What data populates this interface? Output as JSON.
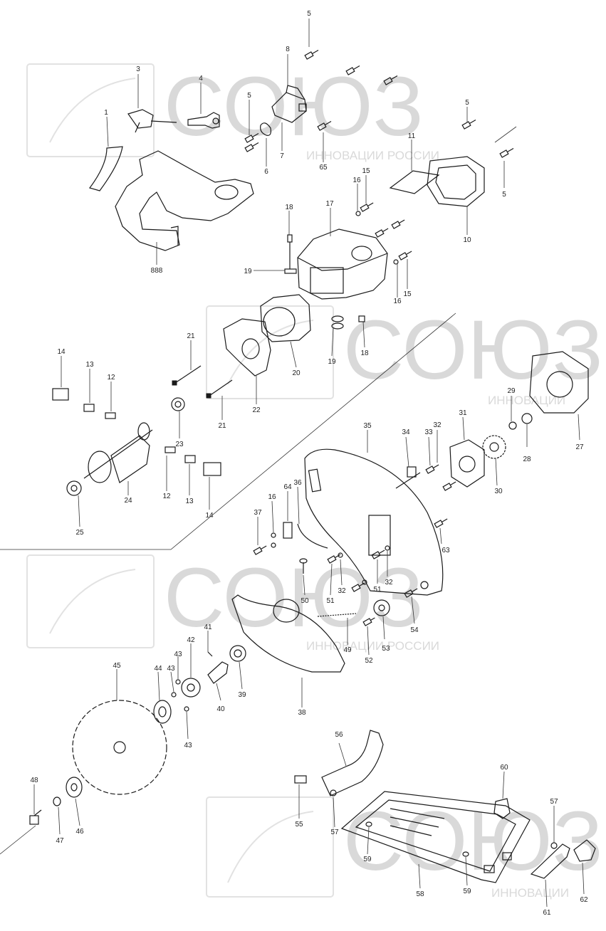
{
  "watermark": {
    "brand": "СОЮЗ",
    "tagline": "ИННОВАЦИИ РОССИИ",
    "tagline_partial": "ИННОВАЦИИ",
    "color": "#d9d9d9"
  },
  "callouts": [
    {
      "id": "c5a",
      "text": "5"
    },
    {
      "id": "c8",
      "text": "8"
    },
    {
      "id": "c3",
      "text": "3"
    },
    {
      "id": "c4",
      "text": "4"
    },
    {
      "id": "c1",
      "text": "1"
    },
    {
      "id": "c5b",
      "text": "5"
    },
    {
      "id": "c7",
      "text": "7"
    },
    {
      "id": "c6",
      "text": "6"
    },
    {
      "id": "c65",
      "text": "65"
    },
    {
      "id": "c5c",
      "text": "5"
    },
    {
      "id": "c11",
      "text": "11"
    },
    {
      "id": "c5d",
      "text": "5"
    },
    {
      "id": "c16a",
      "text": "16"
    },
    {
      "id": "c15a",
      "text": "15"
    },
    {
      "id": "c10",
      "text": "10"
    },
    {
      "id": "c888",
      "text": "888"
    },
    {
      "id": "c18a",
      "text": "18"
    },
    {
      "id": "c17",
      "text": "17"
    },
    {
      "id": "c19a",
      "text": "19"
    },
    {
      "id": "c16b",
      "text": "16"
    },
    {
      "id": "c15b",
      "text": "15"
    },
    {
      "id": "c19b",
      "text": "19"
    },
    {
      "id": "c18b",
      "text": "18"
    },
    {
      "id": "c20",
      "text": "20"
    },
    {
      "id": "c21a",
      "text": "21"
    },
    {
      "id": "c22",
      "text": "22"
    },
    {
      "id": "c21b",
      "text": "21"
    },
    {
      "id": "c14a",
      "text": "14"
    },
    {
      "id": "c13a",
      "text": "13"
    },
    {
      "id": "c12a",
      "text": "12"
    },
    {
      "id": "c23",
      "text": "23"
    },
    {
      "id": "c24",
      "text": "24"
    },
    {
      "id": "c25",
      "text": "25"
    },
    {
      "id": "c12b",
      "text": "12"
    },
    {
      "id": "c13b",
      "text": "13"
    },
    {
      "id": "c14b",
      "text": "14"
    },
    {
      "id": "c29",
      "text": "29"
    },
    {
      "id": "c27",
      "text": "27"
    },
    {
      "id": "c28",
      "text": "28"
    },
    {
      "id": "c31",
      "text": "31"
    },
    {
      "id": "c35",
      "text": "35"
    },
    {
      "id": "c34",
      "text": "34"
    },
    {
      "id": "c33",
      "text": "33"
    },
    {
      "id": "c32a",
      "text": "32"
    },
    {
      "id": "c30",
      "text": "30"
    },
    {
      "id": "c64",
      "text": "64"
    },
    {
      "id": "c36",
      "text": "36"
    },
    {
      "id": "c16c",
      "text": "16"
    },
    {
      "id": "c37",
      "text": "37"
    },
    {
      "id": "c63",
      "text": "63"
    },
    {
      "id": "c32b",
      "text": "32"
    },
    {
      "id": "c51a",
      "text": "51"
    },
    {
      "id": "c51b",
      "text": "51"
    },
    {
      "id": "c32c",
      "text": "32"
    },
    {
      "id": "c50",
      "text": "50"
    },
    {
      "id": "c54",
      "text": "54"
    },
    {
      "id": "c41",
      "text": "41"
    },
    {
      "id": "c53",
      "text": "53"
    },
    {
      "id": "c49",
      "text": "49"
    },
    {
      "id": "c52",
      "text": "52"
    },
    {
      "id": "c42",
      "text": "42"
    },
    {
      "id": "c43a",
      "text": "43"
    },
    {
      "id": "c45",
      "text": "45"
    },
    {
      "id": "c44",
      "text": "44"
    },
    {
      "id": "c43b",
      "text": "43"
    },
    {
      "id": "c40",
      "text": "40"
    },
    {
      "id": "c39",
      "text": "39"
    },
    {
      "id": "c38",
      "text": "38"
    },
    {
      "id": "c43c",
      "text": "43"
    },
    {
      "id": "c56",
      "text": "56"
    },
    {
      "id": "c60",
      "text": "60"
    },
    {
      "id": "c48",
      "text": "48"
    },
    {
      "id": "c55",
      "text": "55"
    },
    {
      "id": "c57a",
      "text": "57"
    },
    {
      "id": "c57b",
      "text": "57"
    },
    {
      "id": "c47",
      "text": "47"
    },
    {
      "id": "c46",
      "text": "46"
    },
    {
      "id": "c59a",
      "text": "59"
    },
    {
      "id": "c58",
      "text": "58"
    },
    {
      "id": "c59b",
      "text": "59"
    },
    {
      "id": "c62",
      "text": "62"
    },
    {
      "id": "c61",
      "text": "61"
    }
  ]
}
